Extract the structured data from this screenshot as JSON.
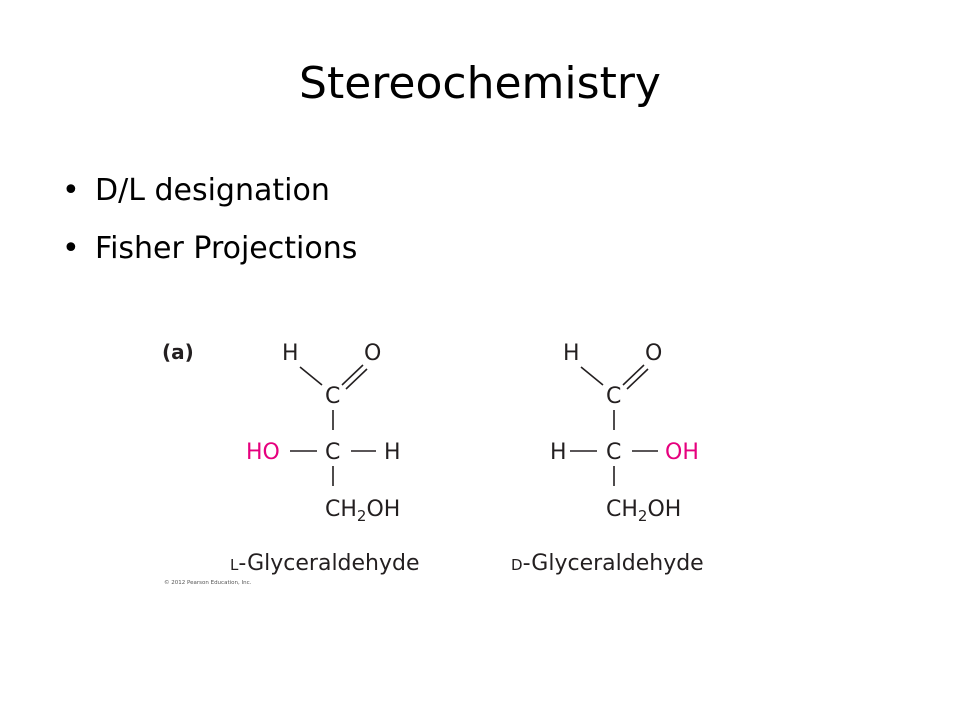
{
  "slide": {
    "title": "Stereochemistry",
    "bullets": [
      "D/L designation",
      "Fisher Projections"
    ]
  },
  "figure": {
    "panel_label": "(a)",
    "copyright": "© 2012 Pearson Education, Inc.",
    "highlight_color": "#e6007e",
    "left": {
      "top_left": "H",
      "top_right": "O",
      "aldehyde_c": "C",
      "left_group": "HO",
      "center_c": "C",
      "right_group": "H",
      "bottom_ch": "CH",
      "bottom_sub": "2",
      "bottom_oh": "OH",
      "prefix": "L",
      "name": "-Glyceraldehyde"
    },
    "right": {
      "top_left": "H",
      "top_right": "O",
      "aldehyde_c": "C",
      "left_group": "H",
      "center_c": "C",
      "right_group": "OH",
      "bottom_ch": "CH",
      "bottom_sub": "2",
      "bottom_oh": "OH",
      "prefix": "D",
      "name": "-Glyceraldehyde"
    }
  }
}
